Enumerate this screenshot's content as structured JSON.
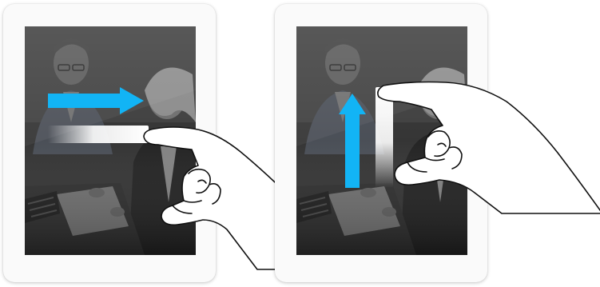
{
  "panels": [
    {
      "id": "swipe-right",
      "gesture": "swipe-right",
      "arrow_icon": "arrow-right-icon",
      "hand_icon": "hand-swipe-right-icon"
    },
    {
      "id": "swipe-up",
      "gesture": "swipe-up",
      "arrow_icon": "arrow-up-icon",
      "hand_icon": "hand-swipe-up-icon"
    }
  ],
  "colors": {
    "arrow": "#12b4f5",
    "device_frame": "#fafafa",
    "screen_dark": "#2e2e2e",
    "hand_outline": "#111111",
    "hand_fill": "#ffffff"
  }
}
